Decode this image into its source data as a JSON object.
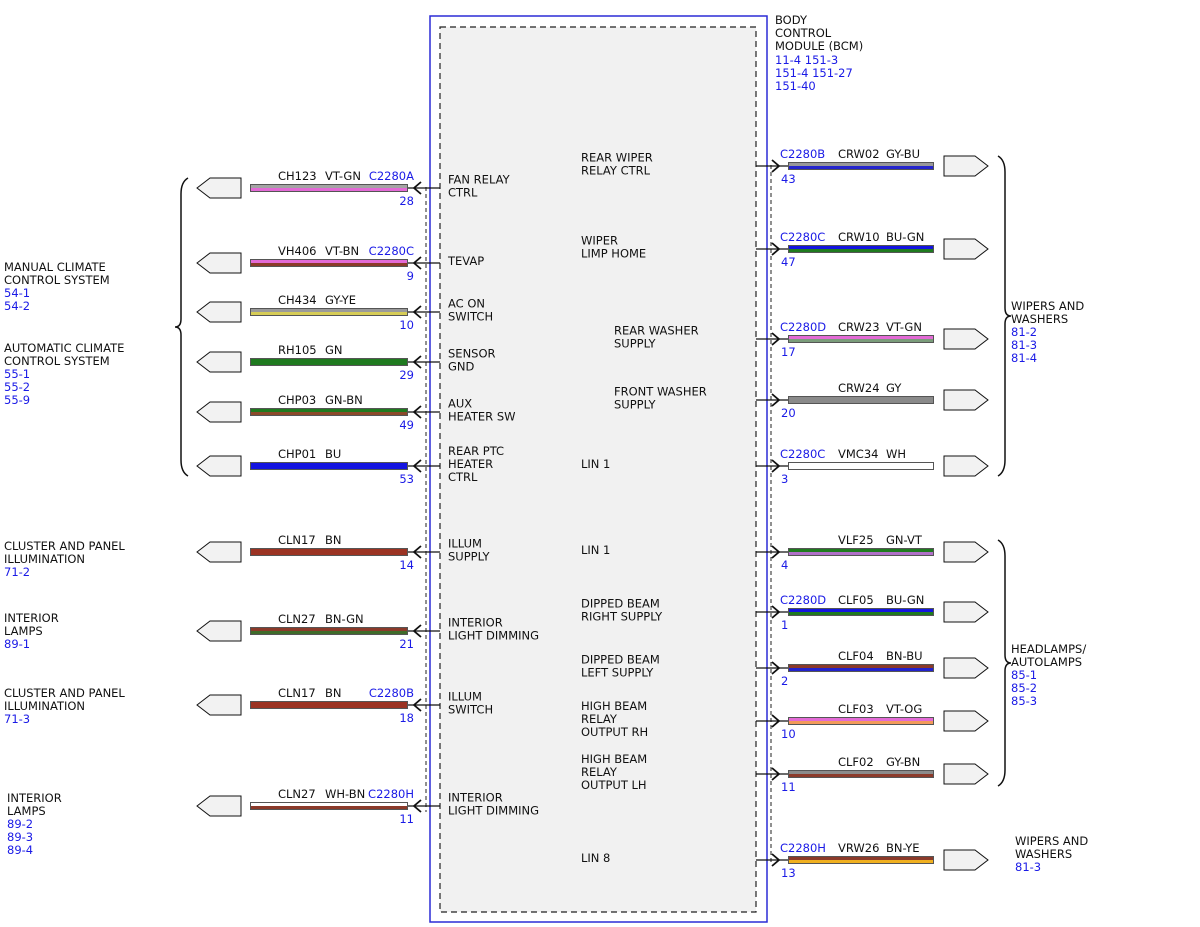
{
  "module": {
    "title_lines": [
      "BODY",
      "CONTROL",
      "MODULE (BCM)"
    ],
    "ref_lines": [
      "11-4    151-3",
      "151-4    151-27",
      "151-40"
    ]
  },
  "left_pins": [
    {
      "wire": "CH123",
      "color": "VT-GN",
      "connector": "C2280A",
      "pin": "28",
      "func": [
        "FAN RELAY",
        "CTRL"
      ],
      "stripes": [
        "#a4a4a4",
        "#e36ad6"
      ]
    },
    {
      "wire": "VH406",
      "color": "VT-BN",
      "connector": "C2280C",
      "pin": "9",
      "func": [
        "TEVAP"
      ],
      "stripes": [
        "#e36ad6",
        "#8b3a2a"
      ]
    },
    {
      "wire": "CH434",
      "color": "GY-YE",
      "connector": "",
      "pin": "10",
      "func": [
        "AC ON",
        "SWITCH"
      ],
      "stripes": [
        "#9a9a9a",
        "#d6cc56"
      ]
    },
    {
      "wire": "RH105",
      "color": "GN",
      "connector": "",
      "pin": "29",
      "func": [
        "SENSOR",
        "GND"
      ],
      "stripes": [
        "#1f7a1f",
        "#1f7a1f"
      ]
    },
    {
      "wire": "CHP03",
      "color": "GN-BN",
      "connector": "",
      "pin": "49",
      "func": [
        "AUX",
        "HEATER SW"
      ],
      "stripes": [
        "#1f7a1f",
        "#8b4a2a"
      ]
    },
    {
      "wire": "CHP01",
      "color": "BU",
      "connector": "",
      "pin": "53",
      "func": [
        "REAR PTC",
        "HEATER",
        "CTRL"
      ],
      "stripes": [
        "#1414e0",
        "#1414e0"
      ]
    },
    {
      "wire": "CLN17",
      "color": "BN",
      "connector": "",
      "pin": "14",
      "func": [
        "ILLUM",
        "SUPPLY"
      ],
      "stripes": [
        "#9b3323",
        "#9b3323"
      ]
    },
    {
      "wire": "CLN27",
      "color": "BN-GN",
      "connector": "",
      "pin": "21",
      "func": [
        "INTERIOR",
        "LIGHT DIMMING"
      ],
      "stripes": [
        "#8b3a2a",
        "#3f6b2a"
      ]
    },
    {
      "wire": "CLN17",
      "color": "BN",
      "connector": "C2280B",
      "pin": "18",
      "func": [
        "ILLUM",
        "SWITCH"
      ],
      "stripes": [
        "#9b3323",
        "#9b3323"
      ]
    },
    {
      "wire": "CLN27",
      "color": "WH-BN",
      "connector": "C2280H",
      "pin": "11",
      "func": [
        "INTERIOR",
        "LIGHT DIMMING"
      ],
      "stripes": [
        "#ffffff",
        "#8b3a2a"
      ]
    }
  ],
  "right_pins": [
    {
      "wire": "CRW02",
      "color": "GY-BU",
      "connector": "C2280B",
      "pin": "43",
      "func": [
        "REAR WIPER",
        "RELAY CTRL"
      ],
      "stripes": [
        "#999999",
        "#2525cc"
      ]
    },
    {
      "wire": "CRW10",
      "color": "BU-GN",
      "connector": "C2280C",
      "pin": "47",
      "func": [
        "WIPER",
        "LIMP HOME"
      ],
      "stripes": [
        "#1414e0",
        "#1f7a1f"
      ]
    },
    {
      "wire": "CRW23",
      "color": "VT-GN",
      "connector": "C2280D",
      "pin": "17",
      "func": [
        "REAR WASHER",
        "SUPPLY"
      ],
      "stripes": [
        "#e36ad6",
        "#7a9c7a"
      ]
    },
    {
      "wire": "CRW24",
      "color": "GY",
      "connector": "",
      "pin": "20",
      "func": [
        "FRONT WASHER",
        "SUPPLY"
      ],
      "stripes": [
        "#8a8a8a",
        "#8a8a8a"
      ]
    },
    {
      "wire": "VMC34",
      "color": "WH",
      "connector": "C2280C",
      "pin": "3",
      "func": [
        "LIN 1"
      ],
      "stripes": [
        "#ffffff",
        "#ffffff"
      ]
    },
    {
      "wire": "VLF25",
      "color": "GN-VT",
      "connector": "",
      "pin": "4",
      "func": [
        "LIN 1"
      ],
      "stripes": [
        "#1f7a1f",
        "#b070c8"
      ]
    },
    {
      "wire": "CLF05",
      "color": "BU-GN",
      "connector": "C2280D",
      "pin": "1",
      "func": [
        "DIPPED BEAM",
        "RIGHT SUPPLY"
      ],
      "stripes": [
        "#1414e0",
        "#1f7a1f"
      ]
    },
    {
      "wire": "CLF04",
      "color": "BN-BU",
      "connector": "",
      "pin": "2",
      "func": [
        "DIPPED BEAM",
        "LEFT SUPPLY"
      ],
      "stripes": [
        "#8b3a2a",
        "#2222cc"
      ]
    },
    {
      "wire": "CLF03",
      "color": "VT-OG",
      "connector": "",
      "pin": "10",
      "func": [
        "HIGH BEAM",
        "RELAY",
        "OUTPUT RH"
      ],
      "stripes": [
        "#e36ad6",
        "#f29a5a"
      ]
    },
    {
      "wire": "CLF02",
      "color": "GY-BN",
      "connector": "",
      "pin": "11",
      "func": [
        "HIGH BEAM",
        "RELAY",
        "OUTPUT LH"
      ],
      "stripes": [
        "#8a8a8a",
        "#8b3a2a"
      ]
    },
    {
      "wire": "VRW26",
      "color": "BN-YE",
      "connector": "C2280H",
      "pin": "13",
      "func": [
        "LIN 8"
      ],
      "stripes": [
        "#8b3a2a",
        "#f0b020"
      ]
    }
  ],
  "left_systems": [
    {
      "lines": [
        "MANUAL CLIMATE",
        "CONTROL SYSTEM"
      ],
      "refs": [
        "54-1",
        "54-2"
      ]
    },
    {
      "lines": [
        "AUTOMATIC CLIMATE",
        "CONTROL SYSTEM"
      ],
      "refs": [
        "55-1",
        "55-2",
        "55-9"
      ]
    },
    {
      "lines": [
        "CLUSTER AND PANEL",
        "ILLUMINATION"
      ],
      "refs": [
        "71-2"
      ]
    },
    {
      "lines": [
        "INTERIOR",
        "LAMPS"
      ],
      "refs": [
        "89-1"
      ]
    },
    {
      "lines": [
        "CLUSTER AND PANEL",
        "ILLUMINATION"
      ],
      "refs": [
        "71-3"
      ]
    },
    {
      "lines": [
        "INTERIOR",
        "LAMPS"
      ],
      "refs": [
        "89-2",
        "89-3",
        "89-4"
      ]
    }
  ],
  "right_systems": [
    {
      "lines": [
        "WIPERS AND",
        "WASHERS"
      ],
      "refs": [
        "81-2",
        "81-3",
        "81-4"
      ]
    },
    {
      "lines": [
        "HEADLAMPS/",
        "AUTOLAMPS"
      ],
      "refs": [
        "85-1",
        "85-2",
        "85-3"
      ]
    },
    {
      "lines": [
        "WIPERS AND",
        "WASHERS"
      ],
      "refs": [
        "81-3"
      ]
    }
  ]
}
